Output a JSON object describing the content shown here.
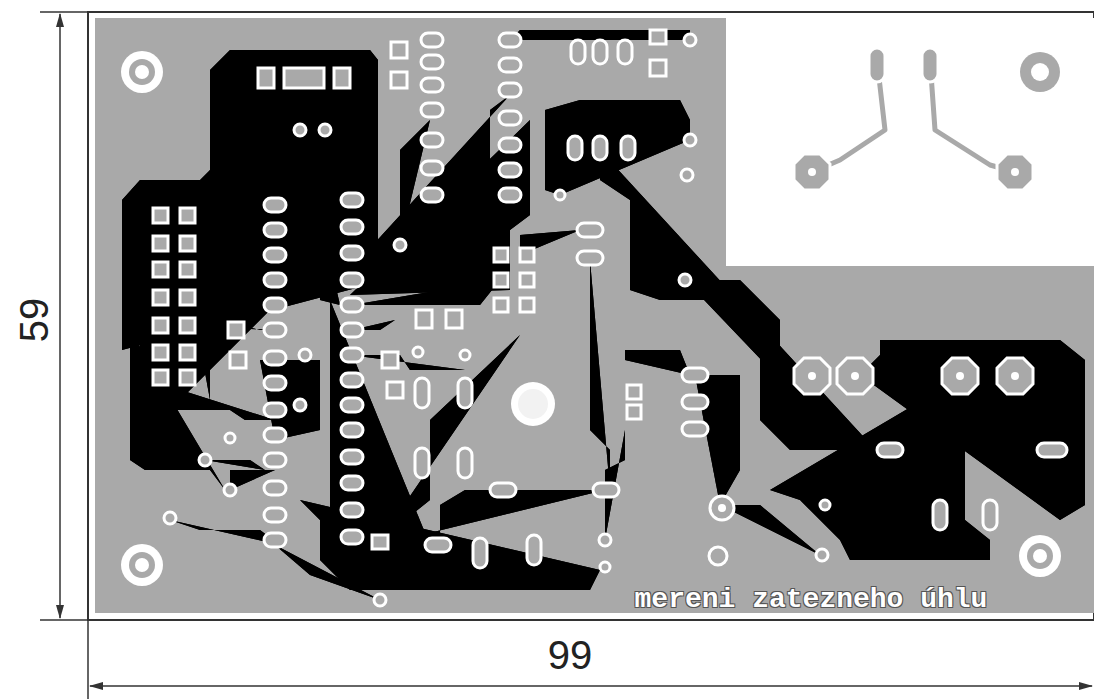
{
  "diagram": {
    "labels": [
      "59",
      "99",
      "mereni zatezneho úhlu"
    ]
  }
}
